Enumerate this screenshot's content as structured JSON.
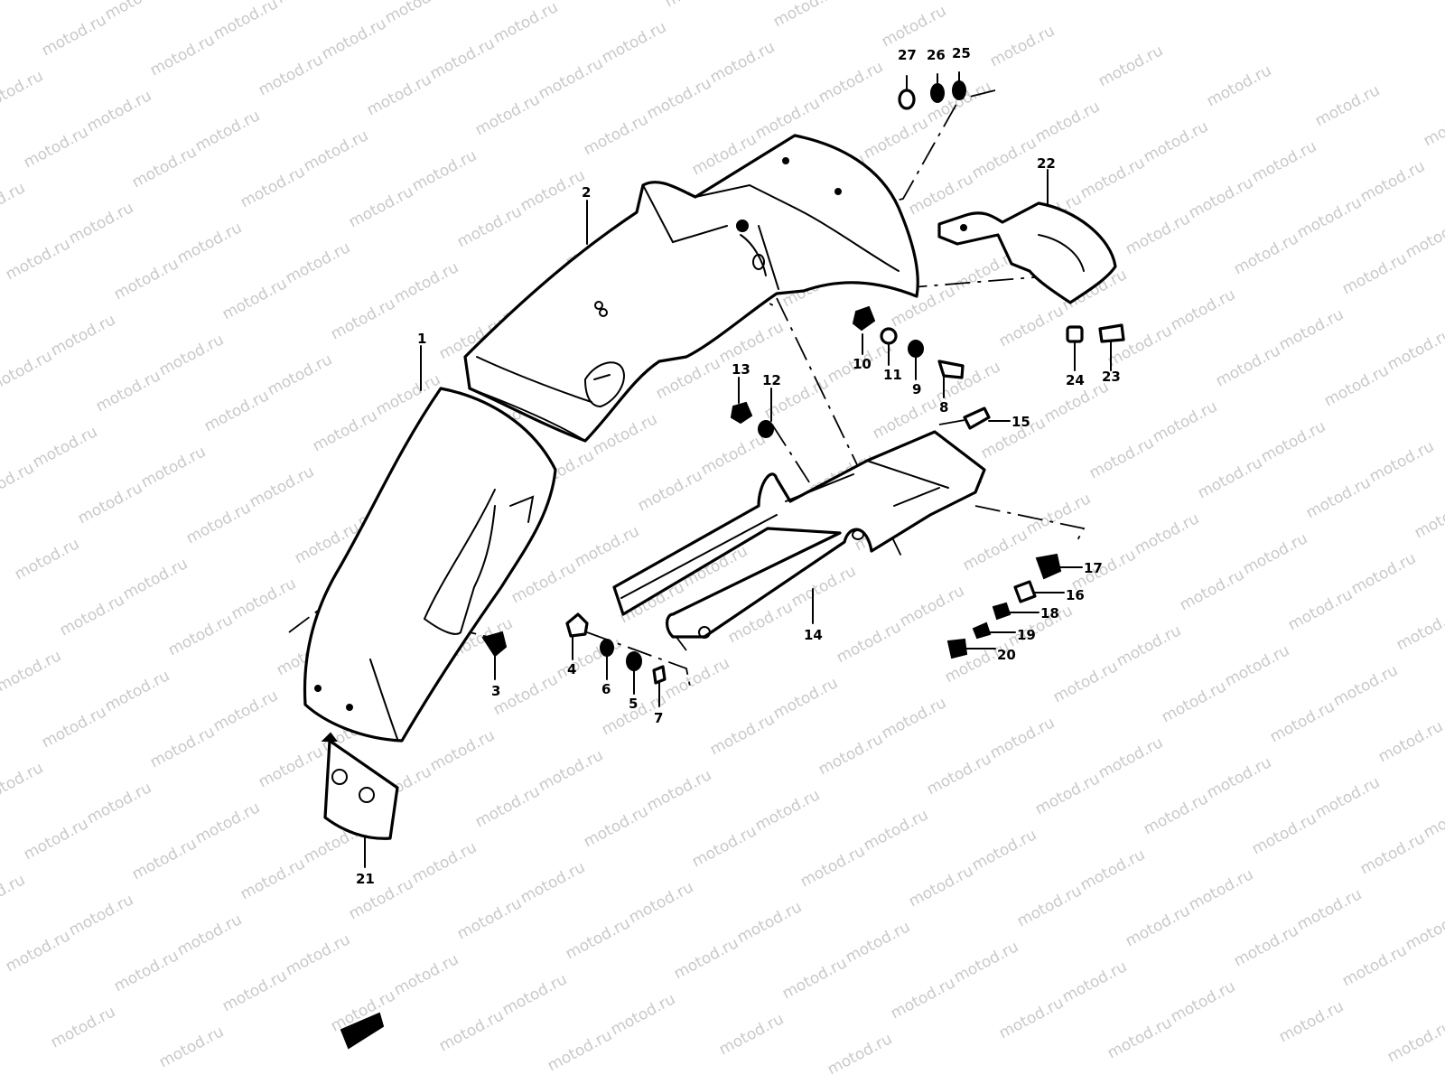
{
  "watermark": "motod.ru",
  "callouts": [
    {
      "id": "c1",
      "text": "1"
    },
    {
      "id": "c2",
      "text": "2"
    },
    {
      "id": "c3",
      "text": "3"
    },
    {
      "id": "c4",
      "text": "4"
    },
    {
      "id": "c5",
      "text": "5"
    },
    {
      "id": "c6",
      "text": "6"
    },
    {
      "id": "c7",
      "text": "7"
    },
    {
      "id": "c8",
      "text": "8"
    },
    {
      "id": "c9",
      "text": "9"
    },
    {
      "id": "c10",
      "text": "10"
    },
    {
      "id": "c11",
      "text": "11"
    },
    {
      "id": "c12",
      "text": "12"
    },
    {
      "id": "c13",
      "text": "13"
    },
    {
      "id": "c14",
      "text": "14"
    },
    {
      "id": "c15",
      "text": "15"
    },
    {
      "id": "c16",
      "text": "16"
    },
    {
      "id": "c17",
      "text": "17"
    },
    {
      "id": "c18",
      "text": "18"
    },
    {
      "id": "c19",
      "text": "19"
    },
    {
      "id": "c20",
      "text": "20"
    },
    {
      "id": "c21",
      "text": "21"
    },
    {
      "id": "c22",
      "text": "22"
    },
    {
      "id": "c23",
      "text": "23"
    },
    {
      "id": "c24",
      "text": "24"
    },
    {
      "id": "c25",
      "text": "25"
    },
    {
      "id": "c26",
      "text": "26"
    },
    {
      "id": "c27",
      "text": "27"
    }
  ]
}
